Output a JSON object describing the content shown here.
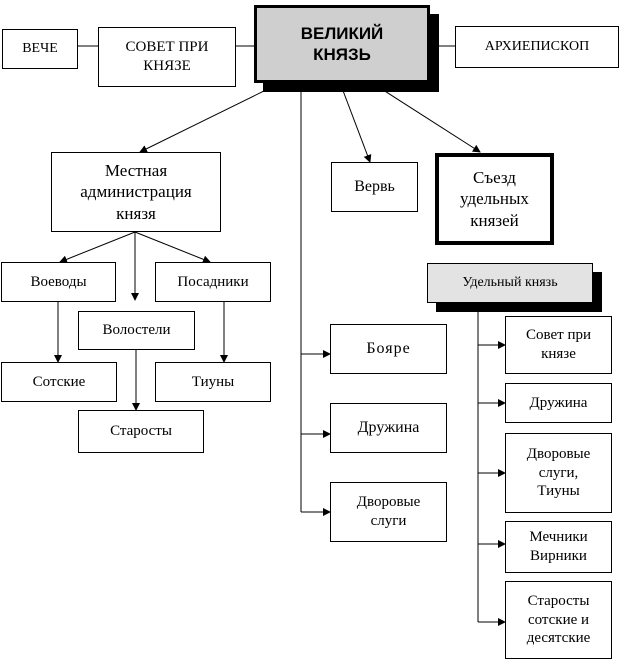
{
  "diagram": {
    "nodes": {
      "grand_prince": "ВЕЛИКИЙ\nКНЯЗЬ",
      "veche": "ВЕЧЕ",
      "council": "СОВЕТ ПРИ\nКНЯЗЕ",
      "archbishop": "АРХИЕПИСКОП",
      "local_admin": "Местная\nадминистрация\nкнязя",
      "verv": "Вервь",
      "congress": "Съезд\nудельных\nкнязей",
      "appanage_prince": "Удельный князь",
      "voevody": "Воеводы",
      "posadniki": "Посадники",
      "volosteli": "Волостели",
      "sotskie": "Сотские",
      "tiuny": "Тиуны",
      "starosty": "Старосты",
      "boyare": "Бояре",
      "druzhina": "Дружина",
      "dvorovye_slugi": "Дворовые\nслуги",
      "ap_council": "Совет при\nкнязе",
      "ap_druzhina": "Дружина",
      "ap_dvorovye": "Дворовые\nслуги,\nТиуны",
      "ap_mechniki": "Мечники\nВирники",
      "ap_starosty": "Старосты\nсотские и\nдесятские"
    },
    "colors": {
      "grand_prince_fill": "#cfcfcf",
      "appanage_prince_fill": "#e3e3e3",
      "line": "#000000"
    }
  }
}
